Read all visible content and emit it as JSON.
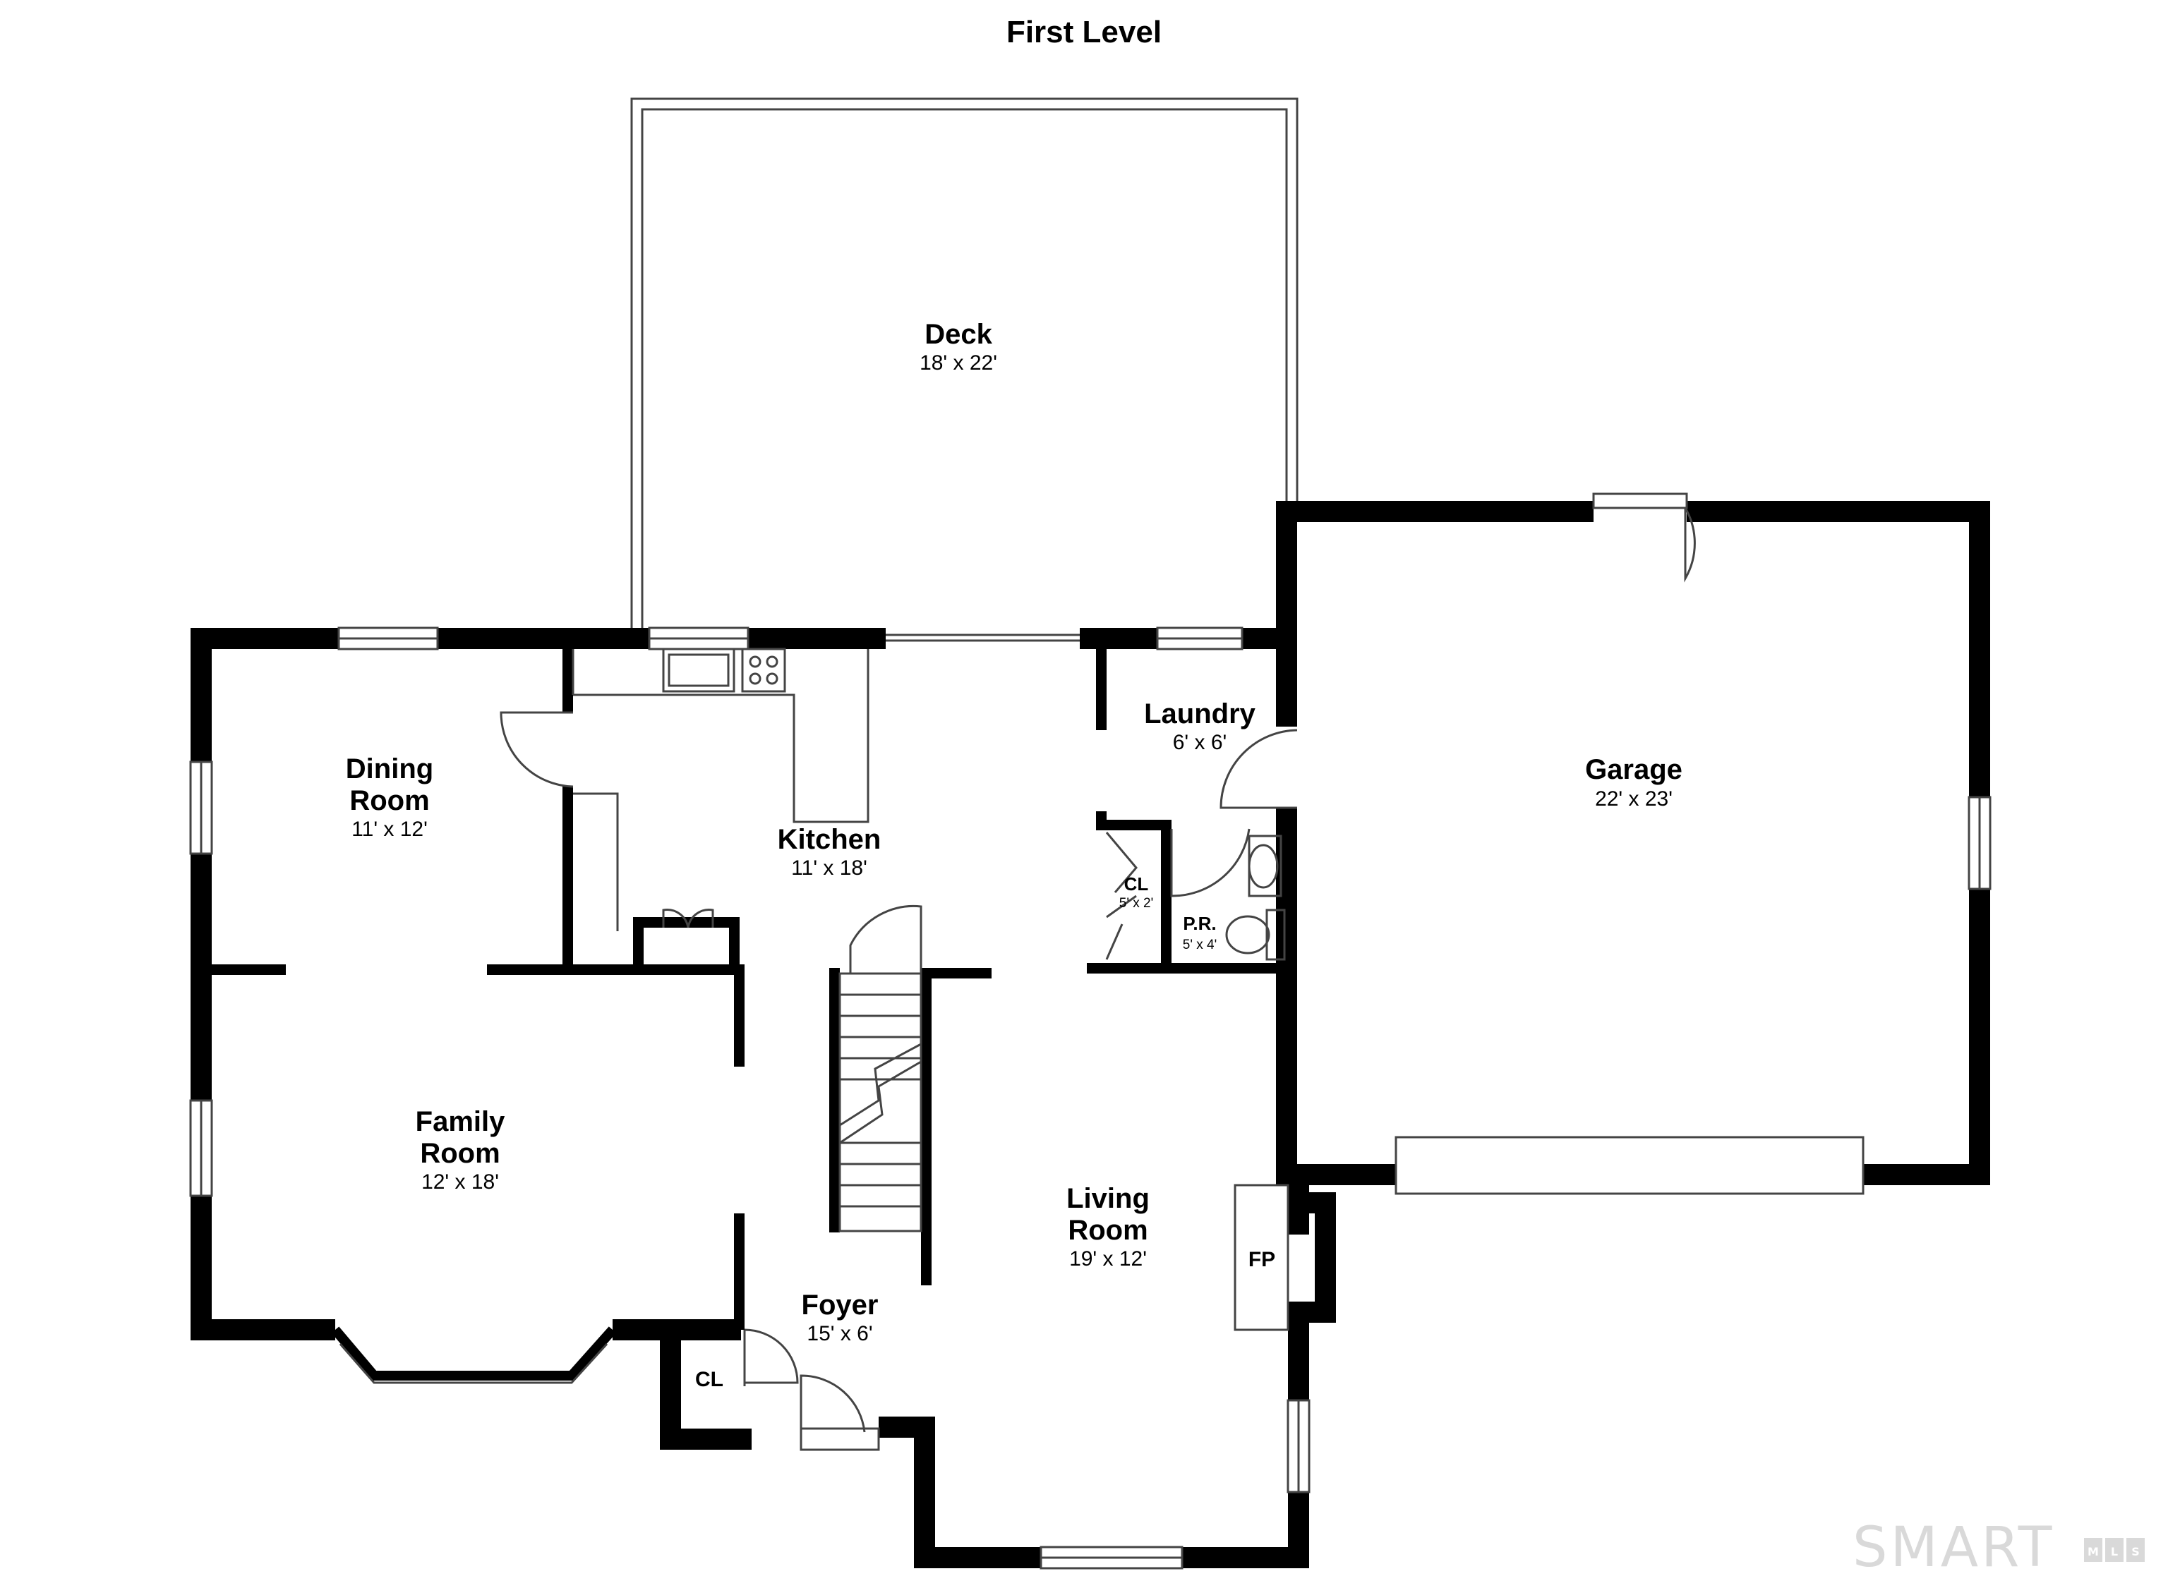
{
  "title": "First Level",
  "rooms": {
    "deck": {
      "name": "Deck",
      "dim": "18' x 22'"
    },
    "garage": {
      "name": "Garage",
      "dim": "22' x 23'"
    },
    "laundry": {
      "name": "Laundry",
      "dim": "6' x 6'"
    },
    "dining": {
      "name1": "Dining",
      "name2": "Room",
      "dim": "11' x 12'"
    },
    "kitchen": {
      "name": "Kitchen",
      "dim": "11' x 18'"
    },
    "closet_upper": {
      "name": "CL",
      "dim": "5' x 2'"
    },
    "powder": {
      "name": "P.R.",
      "dim": "5' x 4'"
    },
    "family": {
      "name1": "Family",
      "name2": "Room",
      "dim": "12' x 18'"
    },
    "living": {
      "name1": "Living",
      "name2": "Room",
      "dim": "19' x 12'"
    },
    "foyer": {
      "name": "Foyer",
      "dim": "15' x 6'"
    },
    "closet_lower": {
      "name": "CL"
    },
    "fireplace": {
      "name": "FP"
    }
  },
  "watermark": {
    "text": "SMART",
    "badge_letters": [
      "M",
      "L",
      "S"
    ]
  },
  "colors": {
    "wall": "#000000",
    "thin_line": "#444444",
    "watermark": "#d9d9d9"
  }
}
